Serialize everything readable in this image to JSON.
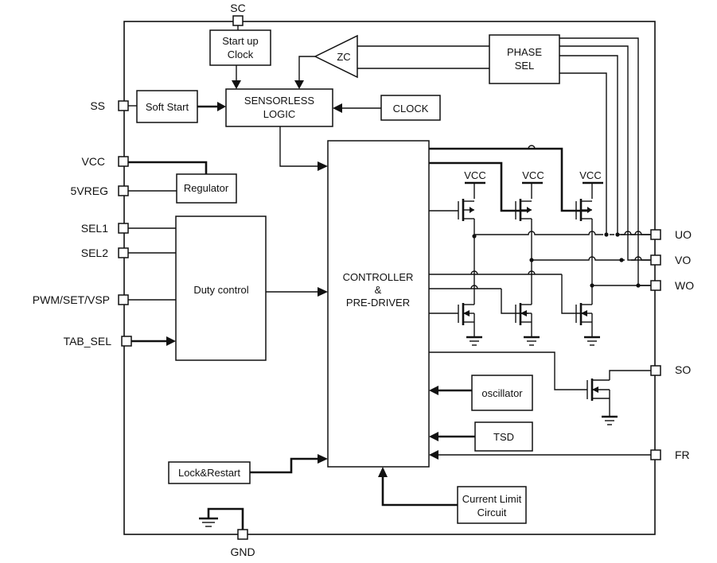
{
  "pins": {
    "sc": "SC",
    "ss": "SS",
    "vcc": "VCC",
    "vreg5": "5VREG",
    "sel1": "SEL1",
    "sel2": "SEL2",
    "pwm": "PWM/SET/VSP",
    "tab_sel": "TAB_SEL",
    "gnd": "GND",
    "uo": "UO",
    "vo": "VO",
    "wo": "WO",
    "so": "SO",
    "fr": "FR"
  },
  "blocks": {
    "startup_clock": [
      "Start up",
      "Clock"
    ],
    "soft_start": "Soft Start",
    "sensorless_logic": [
      "SENSORLESS",
      "LOGIC"
    ],
    "clock": "CLOCK",
    "zc": "ZC",
    "phase_sel": [
      "PHASE",
      "SEL"
    ],
    "regulator": "Regulator",
    "duty_control": "Duty control",
    "controller": [
      "CONTROLLER",
      "&",
      "PRE-DRIVER"
    ],
    "oscillator": "oscillator",
    "tsd": "TSD",
    "lock_restart": "Lock&Restart",
    "current_limit": [
      "Current Limit",
      "Circuit"
    ]
  },
  "supply_labels": [
    "VCC",
    "VCC",
    "VCC"
  ]
}
